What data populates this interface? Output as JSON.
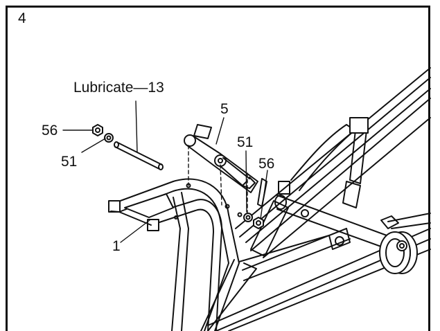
{
  "step": {
    "number": "4"
  },
  "callouts": {
    "lubricate": "Lubricate—13",
    "part_5": "5",
    "part_56_left": "56",
    "part_51_left": "51",
    "part_51_right": "51",
    "part_56_right": "56",
    "part_1": "1"
  },
  "colors": {
    "ink": "#111111",
    "paper": "#ffffff",
    "shade": "#6a6a6a"
  }
}
